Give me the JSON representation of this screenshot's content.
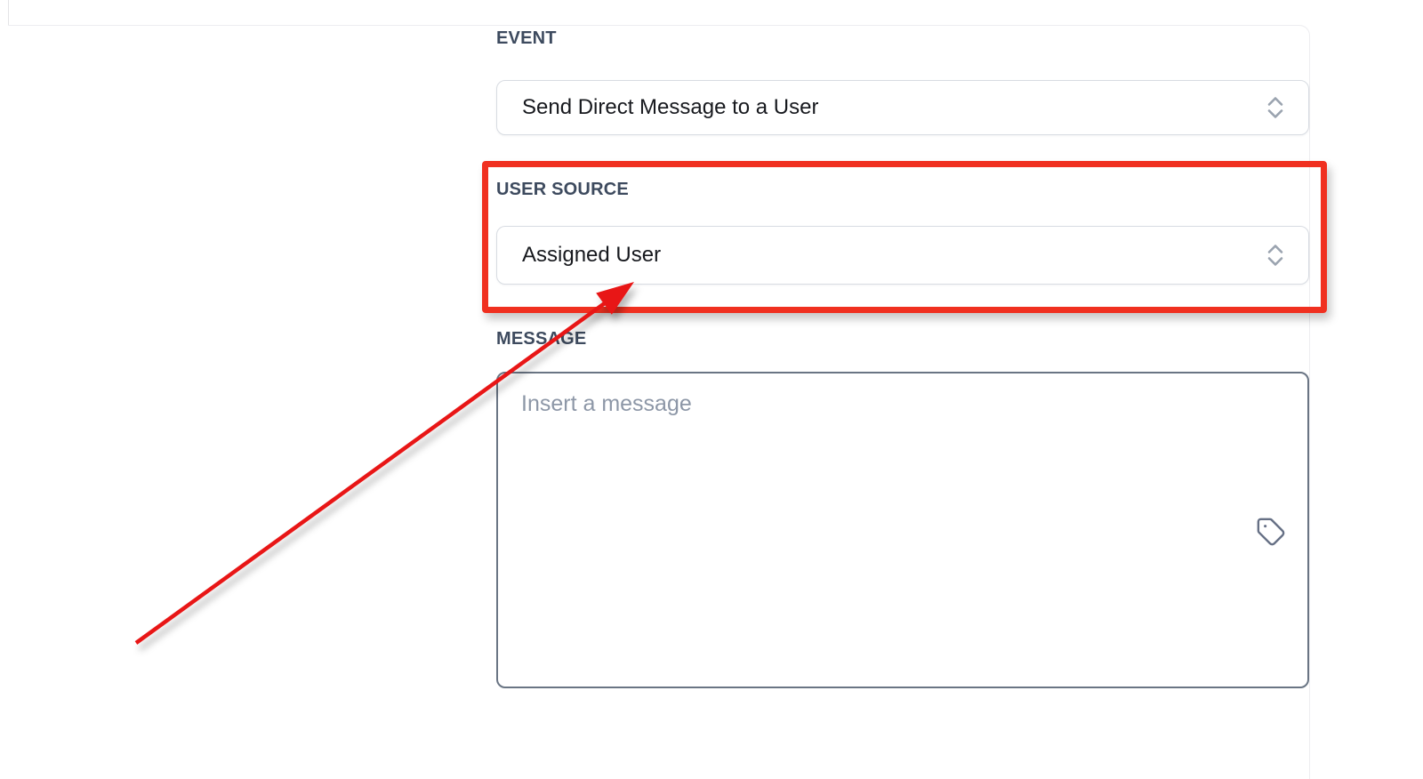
{
  "colors": {
    "highlight_red": "#f03020",
    "arrow_red": "#e81313",
    "label_text": "#3d4a5e",
    "field_text": "#17191e",
    "field_border": "#d8dce2",
    "textarea_border": "#6a7584",
    "placeholder_text": "#8d97a7",
    "icon_gray": "#9aa3af",
    "tag_icon": "#667085",
    "panel_border": "#ededf0",
    "page_edge": "#e4e4e6"
  },
  "form": {
    "event": {
      "label": "EVENT",
      "value": "Send Direct Message to a User"
    },
    "user_source": {
      "label": "USER SOURCE",
      "value": "Assigned User"
    },
    "message": {
      "label": "MESSAGE",
      "placeholder": "Insert a message"
    }
  },
  "icons": {
    "select_chevron": "updown-chevron",
    "message_corner": "tag"
  },
  "annotations": {
    "highlighted_field": "USER SOURCE",
    "arrow_points_to": "Assigned User select"
  }
}
